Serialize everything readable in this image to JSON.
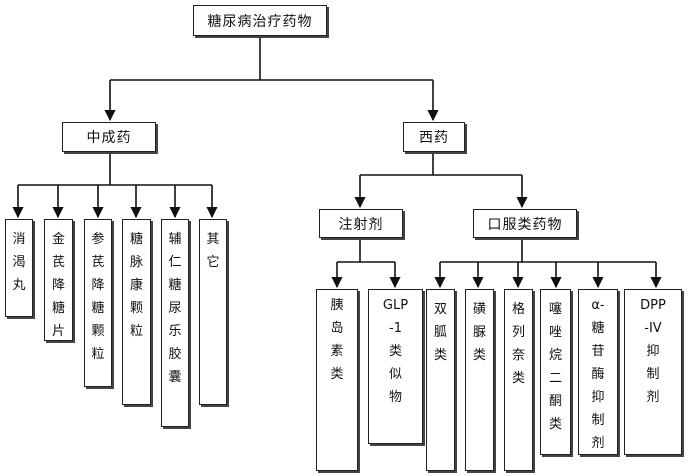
{
  "root": {
    "label": "糖尿病治疗药物"
  },
  "branch_tcm": {
    "label": "中成药"
  },
  "branch_western": {
    "label": "西药"
  },
  "tcm_items": [
    {
      "label": "消渴丸"
    },
    {
      "label": "金芪降糖片"
    },
    {
      "label": "参芪降糖颗粒"
    },
    {
      "label": "糖脉康颗粒"
    },
    {
      "label": "辅仁糖尿乐胶囊"
    },
    {
      "label": "其它"
    }
  ],
  "western_groups": [
    {
      "label": "注射剂",
      "items": [
        {
          "label": "胰岛素类"
        },
        {
          "label": "GLP-1类似物"
        }
      ]
    },
    {
      "label": "口服类药物",
      "items": [
        {
          "label": "双胍类"
        },
        {
          "label": "磺脲类"
        },
        {
          "label": "格列奈类"
        },
        {
          "label": "噻唑烷二酮类"
        },
        {
          "label": "α-糖苷酶抑制剂"
        },
        {
          "label": "DPP-IV抑制剂"
        }
      ]
    }
  ]
}
